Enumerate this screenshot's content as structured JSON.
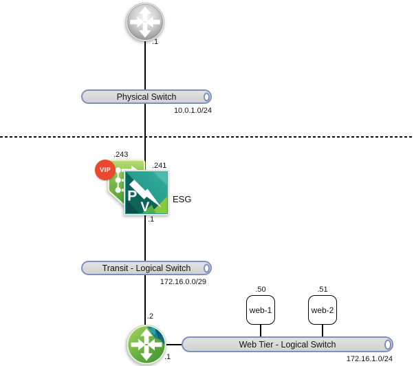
{
  "colors": {
    "background": "#ffffff",
    "switch_fill": "#d7d7d7",
    "switch_border": "#7b90bb",
    "connector": "#000000",
    "vip_badge_bg": "#e8492f",
    "vip_badge_text": "#ffffff"
  },
  "physical_router": {
    "interface_ip": ".1"
  },
  "physical_switch": {
    "label": "Physical Switch",
    "subnet": "10.0.1.0/24"
  },
  "load_balancer": {
    "vip_badge": "VIP",
    "vip_ip": ".243"
  },
  "esg": {
    "label": "ESG",
    "uplink_ip": ".241",
    "internal_ip": ".1"
  },
  "transit_switch": {
    "label": "Transit - Logical Switch",
    "subnet": "172.16.0.0/29"
  },
  "dlr": {
    "uplink_ip": ".2",
    "internal_ip": ".1"
  },
  "web_tier_switch": {
    "label": "Web Tier - Logical Switch",
    "subnet": "172.16.1.0/24"
  },
  "web_servers": [
    {
      "name": "web-1",
      "ip": ".50"
    },
    {
      "name": "web-2",
      "ip": ".51"
    }
  ]
}
